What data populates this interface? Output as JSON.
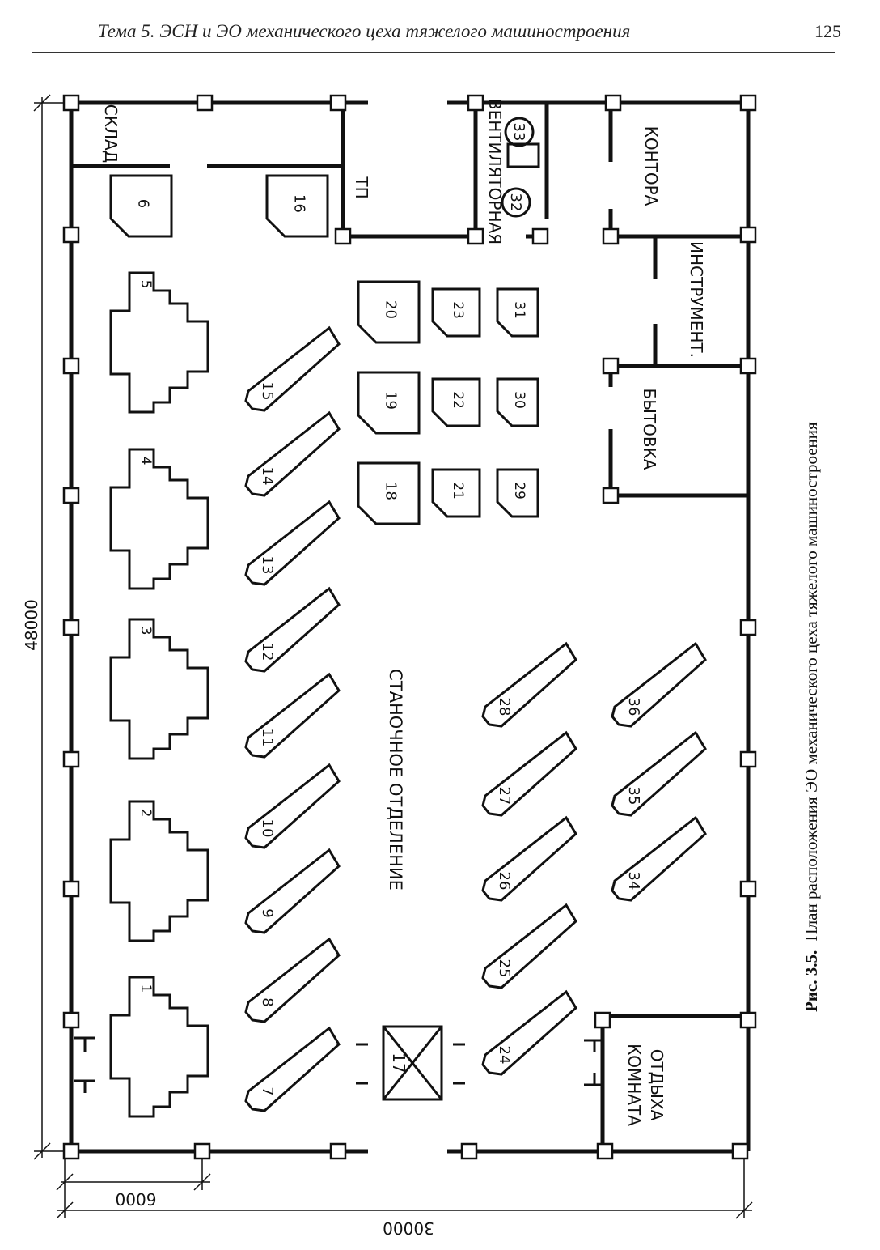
{
  "header": {
    "title": "Тема 5. ЭСН и ЭО механического цеха тяжелого машиностроения",
    "page_number": "125"
  },
  "figure": {
    "caption_label": "Рис. 3.5.",
    "caption_text": "План расположения ЭО механического цеха тяжелого машиностроения"
  },
  "dimensions": {
    "length": "48000",
    "width": "30000",
    "column_step": "6000"
  },
  "rooms": {
    "warehouse": "СКЛАД",
    "substation": "ТП",
    "ventilation": "ВЕНТИЛЯТОРНАЯ",
    "offices": "КОНТОРА",
    "tool_room": "ИНСТРУМЕНТ.",
    "utility_room": "БЫТОВКА",
    "machine_shop": "СТАНОЧНОЕ ОТДЕЛЕНИЕ",
    "rest_room": "КОМНАТА ОТДЫХА"
  },
  "equipment": {
    "large": [
      "1",
      "2",
      "3",
      "4",
      "5"
    ],
    "row_a": [
      "7",
      "8",
      "9",
      "10",
      "11",
      "12",
      "13",
      "14",
      "15"
    ],
    "row_b": [
      "24",
      "25",
      "26",
      "27",
      "28"
    ],
    "row_c": [
      "34",
      "35",
      "36"
    ],
    "blocks_big": [
      "6",
      "16",
      "18",
      "19",
      "20"
    ],
    "blocks_mid": [
      "21",
      "22",
      "23"
    ],
    "blocks_small": [
      "29",
      "30",
      "31"
    ],
    "crane": "17",
    "fans": [
      "32",
      "33"
    ]
  }
}
